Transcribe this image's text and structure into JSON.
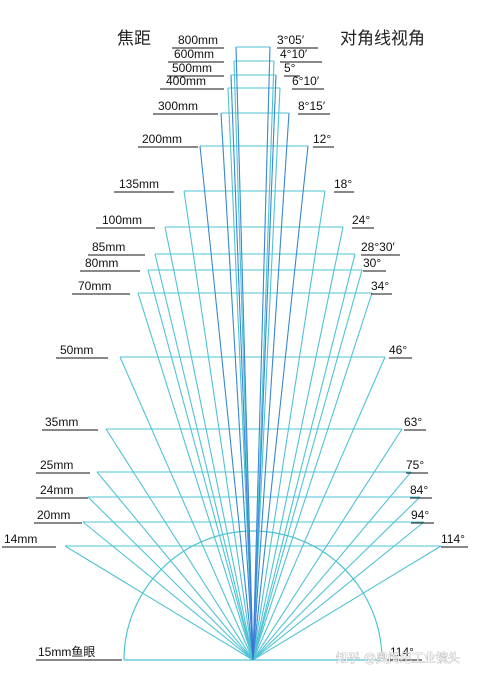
{
  "headers": {
    "focal_length": "焦距",
    "diagonal_angle": "对角线视角"
  },
  "rows": [
    {
      "focal": "800mm",
      "angle": "3°05′"
    },
    {
      "focal": "600mm",
      "angle": "4°10′"
    },
    {
      "focal": "500mm",
      "angle": "5°"
    },
    {
      "focal": "400mm",
      "angle": "6°10′"
    },
    {
      "focal": "300mm",
      "angle": "8°15′"
    },
    {
      "focal": "200mm",
      "angle": "12°"
    },
    {
      "focal": "135mm",
      "angle": "18°"
    },
    {
      "focal": "100mm",
      "angle": "24°"
    },
    {
      "focal": "85mm",
      "angle": "28°30′"
    },
    {
      "focal": "80mm",
      "angle": "30°"
    },
    {
      "focal": "70mm",
      "angle": "34°"
    },
    {
      "focal": "50mm",
      "angle": "46°"
    },
    {
      "focal": "35mm",
      "angle": "63°"
    },
    {
      "focal": "25mm",
      "angle": "75°"
    },
    {
      "focal": "24mm",
      "angle": "84°"
    },
    {
      "focal": "20mm",
      "angle": "94°"
    },
    {
      "focal": "14mm",
      "angle": "114°"
    }
  ],
  "fisheye": {
    "focal": "15mm鱼眼",
    "angle": "114°"
  },
  "watermark": "知乎 @奥闽纪工业镜头",
  "colors": {
    "line": "#4fc3d4",
    "ray": "#3d6fd6",
    "text": "#111111"
  }
}
